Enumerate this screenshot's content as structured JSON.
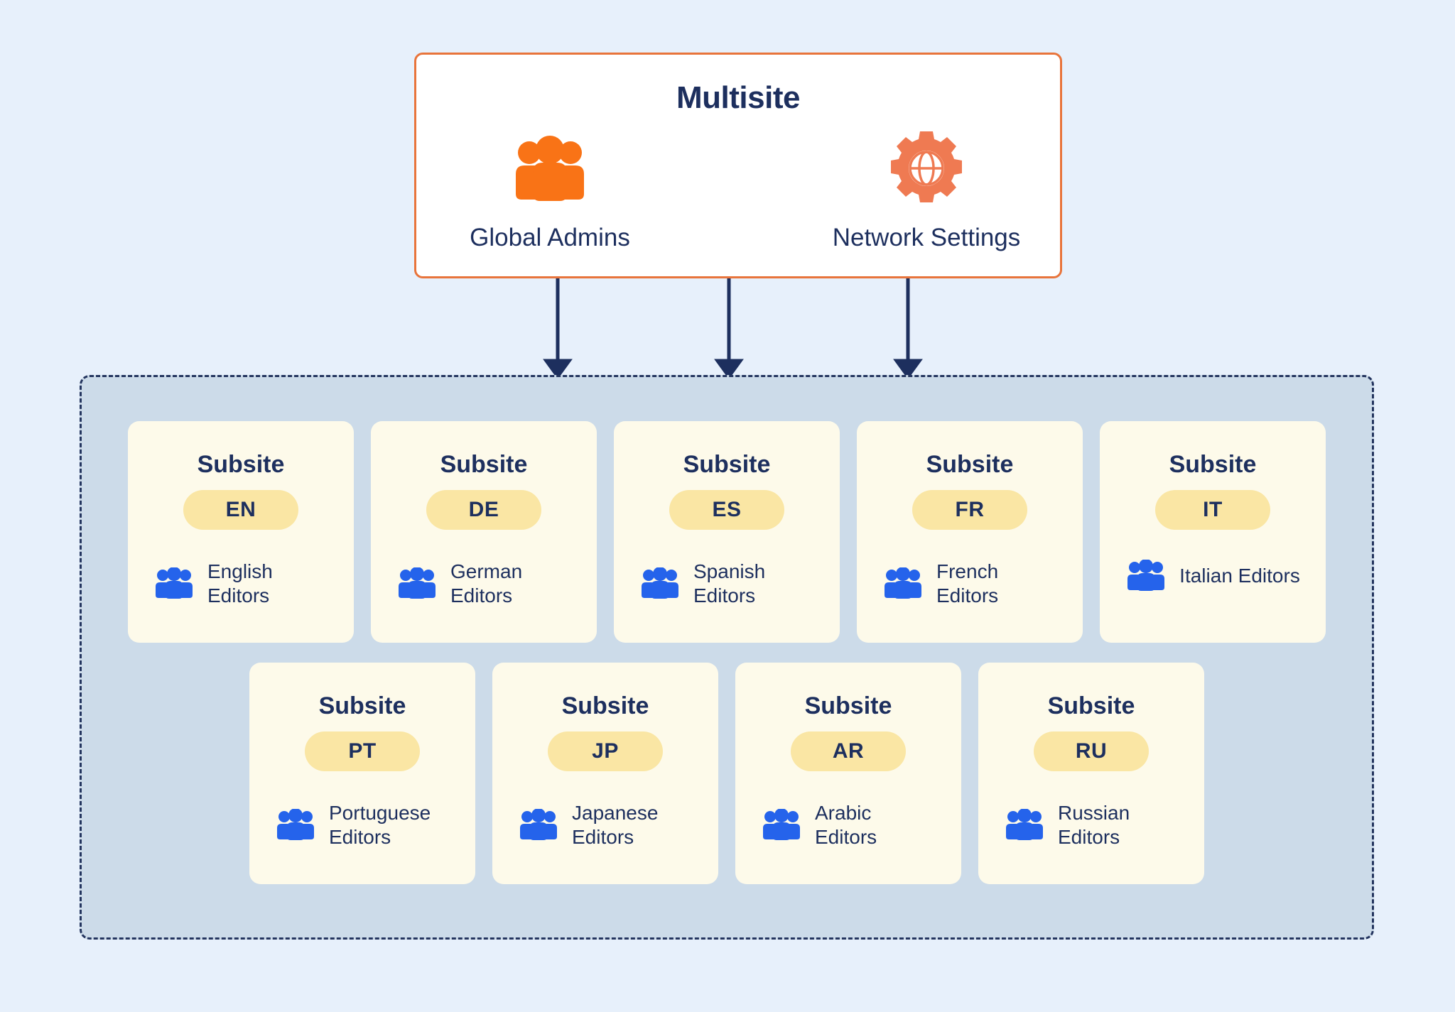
{
  "colors": {
    "page_background": "#e7f0fb",
    "header_border": "#e8743b",
    "header_icon_people": "#f97316",
    "header_icon_gear": "#ef7a52",
    "navy": "#1d2f5e",
    "container_fill": "#ccdbe9",
    "container_border": "#24355f",
    "card_fill": "#fdfaea",
    "badge_fill": "#fae6a4",
    "editors_icon_blue": "#2563eb"
  },
  "header": {
    "title": "Multisite",
    "items": [
      {
        "icon": "people-group-icon",
        "label": "Global Admins"
      },
      {
        "icon": "gear-globe-icon",
        "label": "Network Settings"
      }
    ]
  },
  "connectors": {
    "count": 3,
    "icon": "arrow-down-icon"
  },
  "subsites": {
    "card_title": "Subsite",
    "editors_icon": "people-group-icon",
    "rows": [
      [
        {
          "code": "EN",
          "editors": "English Editors"
        },
        {
          "code": "DE",
          "editors": "German Editors"
        },
        {
          "code": "ES",
          "editors": "Spanish Editors"
        },
        {
          "code": "FR",
          "editors": "French Editors"
        },
        {
          "code": "IT",
          "editors": "Italian Editors"
        }
      ],
      [
        {
          "code": "PT",
          "editors": "Portuguese Editors"
        },
        {
          "code": "JP",
          "editors": "Japanese Editors"
        },
        {
          "code": "AR",
          "editors": "Arabic Editors"
        },
        {
          "code": "RU",
          "editors": "Russian Editors"
        }
      ]
    ]
  }
}
